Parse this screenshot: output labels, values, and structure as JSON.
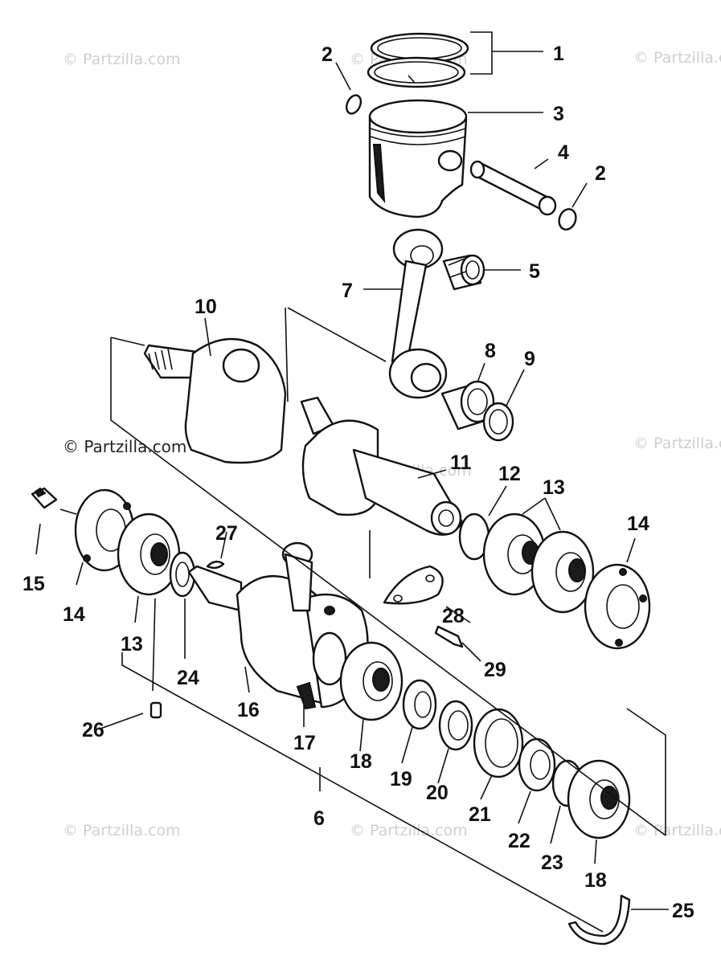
{
  "watermarks": {
    "main": "© Partzilla.com",
    "faint": "© Partzilla.com"
  },
  "callouts": {
    "c1": "1",
    "c2a": "2",
    "c2b": "2",
    "c3": "3",
    "c4": "4",
    "c5": "5",
    "c6": "6",
    "c7": "7",
    "c8": "8",
    "c9": "9",
    "c10": "10",
    "c11": "11",
    "c12": "12",
    "c13a": "13",
    "c13b": "13",
    "c14a": "14",
    "c14b": "14",
    "c15": "15",
    "c16": "16",
    "c17": "17",
    "c18a": "18",
    "c18b": "18",
    "c19": "19",
    "c20": "20",
    "c21": "21",
    "c22": "22",
    "c23": "23",
    "c24": "24",
    "c25": "25",
    "c26": "26",
    "c27": "27",
    "c28": "28",
    "c29": "29"
  }
}
